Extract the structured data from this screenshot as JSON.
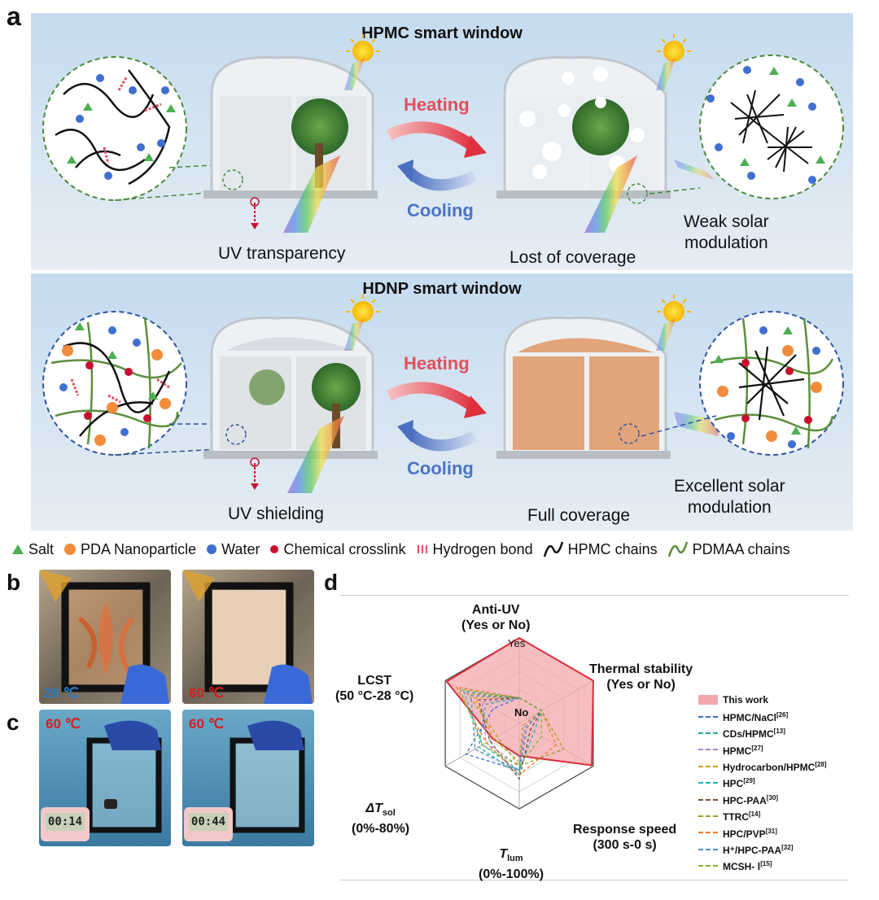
{
  "panel_labels": {
    "a": "a",
    "b": "b",
    "c": "c",
    "d": "d"
  },
  "top_panel": {
    "title": "HPMC smart window",
    "heating": "Heating",
    "cooling": "Cooling",
    "left_caption": "UV transparency",
    "right_caption": "Lost of coverage",
    "side_caption_line1": "Weak solar",
    "side_caption_line2": "modulation"
  },
  "bottom_panel": {
    "title": "HDNP smart window",
    "heating": "Heating",
    "cooling": "Cooling",
    "left_caption": "UV shielding",
    "right_caption": "Full coverage",
    "side_caption_line1": "Excellent solar",
    "side_caption_line2": "modulation"
  },
  "legend": {
    "salt": "Salt",
    "pda": "PDA Nanoparticle",
    "water": "Water",
    "crosslink": "Chemical crosslink",
    "hbond": "Hydrogen bond",
    "hpmc": "HPMC chains",
    "pdmaa": "PDMAA chains",
    "colors": {
      "salt": "#4caf50",
      "pda": "#f08c3a",
      "water": "#3f6fd1",
      "crosslink": "#c8102e",
      "hbond": "#e05060",
      "hpmc": "#111111",
      "pdmaa": "#5a8f3a"
    }
  },
  "photos_b": {
    "left_temp": "20 ℃",
    "right_temp": "60 ℃"
  },
  "photos_c": {
    "left_temp": "60 ℃",
    "right_temp": "60 ℃",
    "left_timer": "00:14",
    "right_timer": "00:44"
  },
  "chart_data": {
    "type": "radar",
    "axes": [
      {
        "name": "Anti-UV",
        "range": "(Yes or No)",
        "top_tick": "Yes",
        "inner_tick": "No"
      },
      {
        "name": "Thermal stability",
        "range": "(Yes or No)"
      },
      {
        "name": "Response speed",
        "range": "(300 s-0 s)"
      },
      {
        "name_main": "T",
        "name_sub": "lum",
        "range": "(0%-100%)"
      },
      {
        "name_main": "ΔT",
        "name_sub": "sol",
        "range": "(0%-80%)"
      },
      {
        "name": "LCST",
        "range": "(50 °C-28 °C)"
      }
    ],
    "series": [
      {
        "name": "This work",
        "ref": "",
        "color": "#e8707a",
        "fill": true,
        "values": [
          1.0,
          1.0,
          0.98,
          0.38,
          0.36,
          0.98
        ]
      },
      {
        "name": "HPMC/NaCl",
        "ref": "[26]",
        "color": "#3a6fd0",
        "values": [
          0.3,
          0.3,
          0.05,
          0.55,
          0.72,
          0.35
        ]
      },
      {
        "name": "CDs/HPMC",
        "ref": "[13]",
        "color": "#2aa89a",
        "values": [
          0.3,
          0.3,
          0.1,
          0.6,
          0.55,
          0.45
        ]
      },
      {
        "name": "HPMC",
        "ref": "[27]",
        "color": "#b080c0",
        "values": [
          0.3,
          0.3,
          0.08,
          0.5,
          0.45,
          0.5
        ]
      },
      {
        "name": "Hydrocarbon/HPMC",
        "ref": "[28]",
        "color": "#d0a020",
        "values": [
          0.3,
          0.3,
          0.05,
          0.45,
          0.35,
          0.6
        ]
      },
      {
        "name": "HPC",
        "ref": "[29]",
        "color": "#20b0c0",
        "values": [
          0.3,
          0.3,
          0.2,
          0.55,
          0.5,
          0.75
        ]
      },
      {
        "name": "HPC-PAA",
        "ref": "[30]",
        "color": "#7a4a3a",
        "values": [
          0.3,
          0.3,
          0.15,
          0.65,
          0.4,
          0.55
        ]
      },
      {
        "name": "TTRC",
        "ref": "[14]",
        "color": "#a0a020",
        "values": [
          0.3,
          0.3,
          0.6,
          0.5,
          0.3,
          0.7
        ]
      },
      {
        "name": "HPC/PVP",
        "ref": "[31]",
        "color": "#f07a20",
        "values": [
          0.3,
          0.3,
          0.5,
          0.6,
          0.45,
          0.85
        ]
      },
      {
        "name": "H⁺/HPC-PAA",
        "ref": "[32]",
        "color": "#4a90d0",
        "values": [
          0.3,
          0.3,
          0.1,
          0.55,
          0.6,
          0.65
        ]
      },
      {
        "name": "MCSH- Ⅰ",
        "ref": "[15]",
        "color": "#8ab030",
        "values": [
          0.3,
          0.3,
          0.3,
          0.5,
          0.5,
          0.8
        ]
      }
    ]
  }
}
